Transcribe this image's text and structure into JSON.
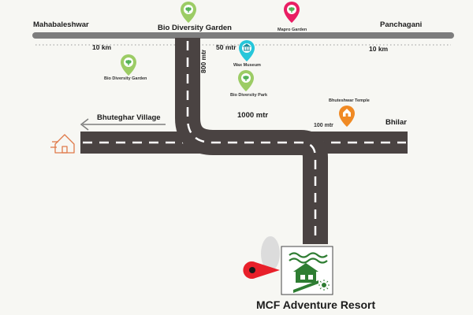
{
  "places": {
    "top_left": "Mahabaleshwar",
    "top_right": "Panchagani",
    "west": "Bhuteghar Village",
    "east": "Bhilar"
  },
  "distances": {
    "left_top": "10 km",
    "right_top": "10 km",
    "vertical_down": "800 mtr",
    "to_wax": "50 mtr",
    "middle_road": "1000 mtr",
    "to_temple": "100 mtr"
  },
  "pois": {
    "bio_garden_top": "Bio Diversity Garden",
    "mapro": "Mapro Garden",
    "wax": "Wax Museum",
    "bio_garden_left": "Bio Diversity Garden",
    "bio_park": "Bio Diversity Park",
    "temple": "Bhuteshwar Temple"
  },
  "resort": {
    "name": "MCF Adventure Resort"
  },
  "colors": {
    "road": "#4a4342",
    "road_dash": "#ffffff",
    "highway": "#7d7d7d",
    "pin_green": "#9ccc65",
    "pin_red": "#e91e63",
    "pin_teal": "#26c6da",
    "pin_orange": "#f08a24",
    "resort_green": "#2e7d32",
    "location_pin": "#e8202a"
  },
  "icons": [
    "leaf-icon",
    "museum-icon",
    "temple-icon",
    "location-pin-icon",
    "resort-logo",
    "house-outline-icon",
    "arrow-left-icon"
  ]
}
